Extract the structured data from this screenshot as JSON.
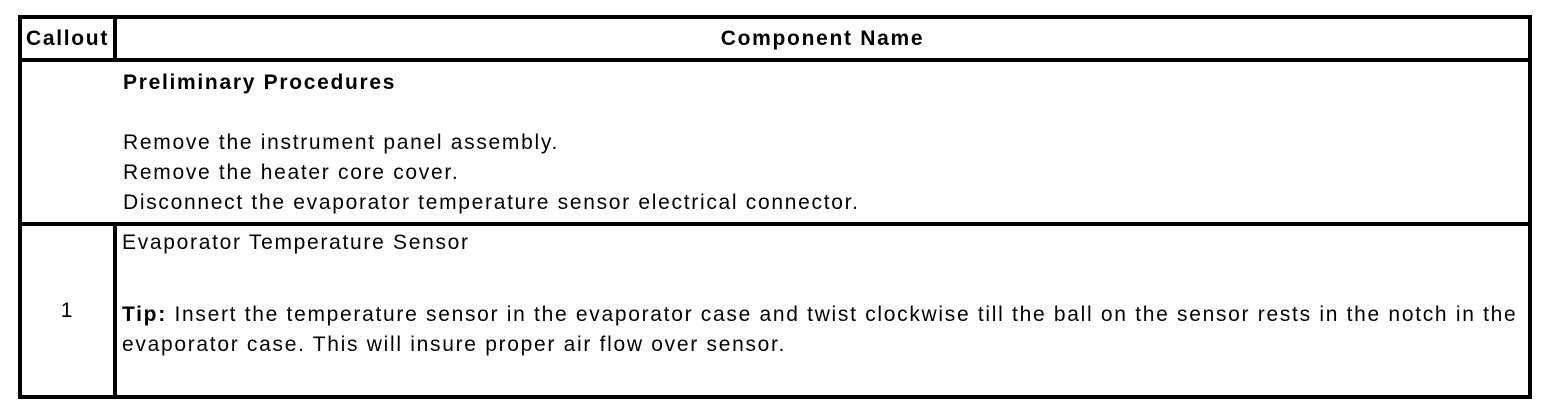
{
  "colors": {
    "border": "#000000",
    "background": "#ffffff",
    "text": "#000000"
  },
  "table": {
    "header": {
      "callout": "Callout",
      "component_name": "Component Name"
    },
    "rows": [
      {
        "type": "preliminary",
        "title": "Preliminary Procedures",
        "steps": [
          "Remove the instrument panel assembly.",
          "Remove the heater core cover.",
          "Disconnect the evaporator temperature sensor electrical connector."
        ]
      },
      {
        "type": "component",
        "callout": "1",
        "name": "Evaporator Temperature Sensor",
        "tip_label": "Tip:",
        "tip_text": "Insert the temperature sensor in the evaporator case and twist clockwise till the ball on the sensor rests in the notch in the evaporator case. This will insure proper air flow over sensor."
      }
    ]
  }
}
